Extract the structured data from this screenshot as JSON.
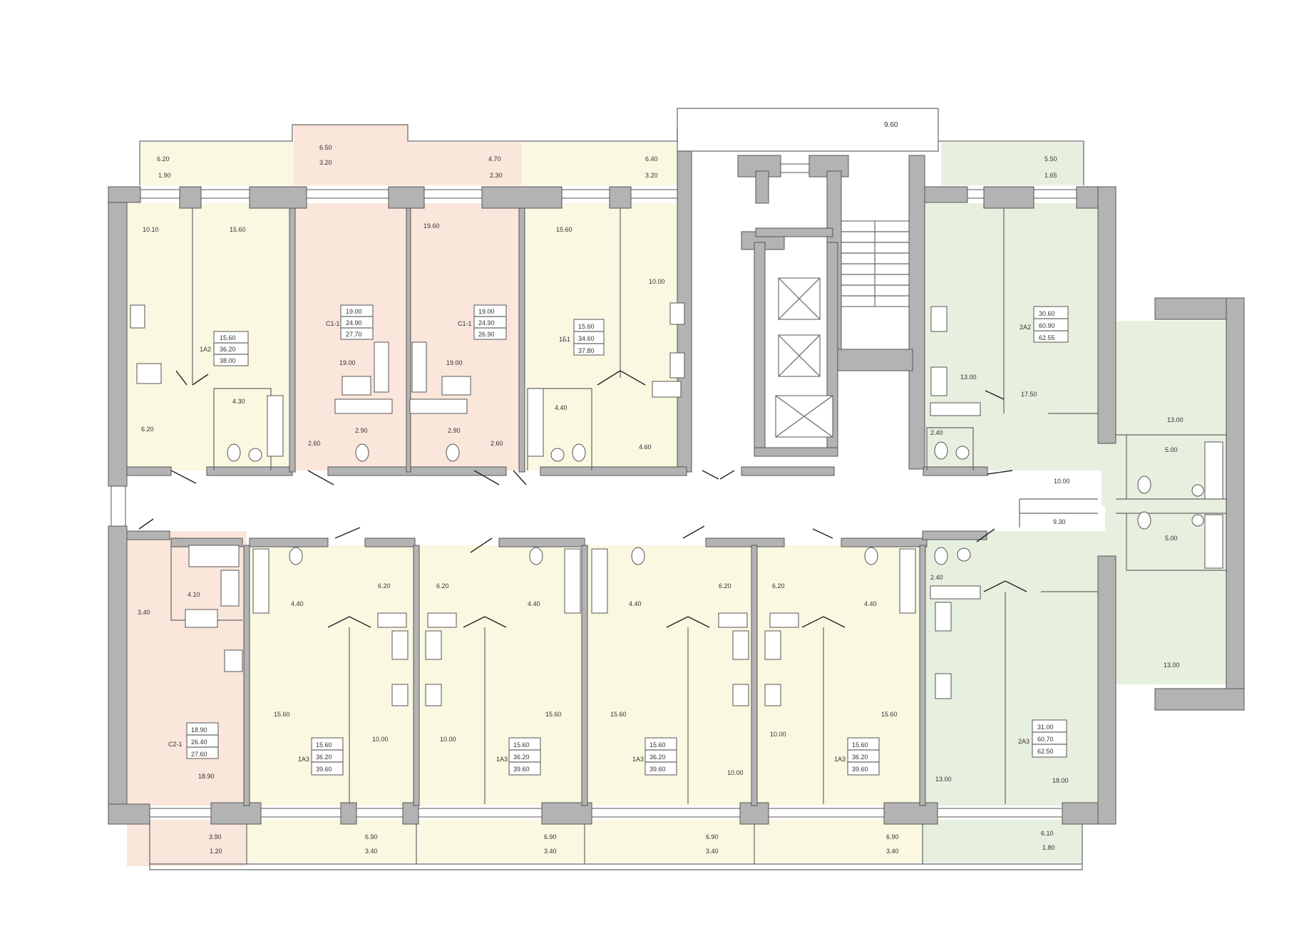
{
  "colors": {
    "yellow": "#fbf8e2",
    "pink": "#fae6da",
    "green": "#e7efdf",
    "wall": "#b3b3b3",
    "outline": "#555555"
  },
  "top_balconies": [
    {
      "a": "6.20",
      "b": "1.90"
    },
    {
      "a": "6.50",
      "b": "3.20"
    },
    {
      "a": "4.70",
      "b": "2.30"
    },
    {
      "a": "6.40",
      "b": "3.20"
    },
    {
      "a": "5.50",
      "b": "1.65"
    }
  ],
  "bottom_balconies": [
    {
      "a": "3.90",
      "b": "1.20"
    },
    {
      "a": "6.90",
      "b": "3.40"
    },
    {
      "a": "6.90",
      "b": "3.40"
    },
    {
      "a": "6.90",
      "b": "3.40"
    },
    {
      "a": "6.90",
      "b": "3.40"
    },
    {
      "a": "6.10",
      "b": "1.80"
    }
  ],
  "roof_label": "9.60",
  "top_rooms": [
    "10.10",
    "15.60",
    "6.20",
    "4.30",
    "19.60",
    "19.00",
    "2.60",
    "2.90",
    "19.00",
    "2.90",
    "2.60",
    "15.60",
    "10.00",
    "4.40",
    "4.60",
    "13.00",
    "17.50",
    "2.40",
    "13.00",
    "5.00",
    "10.00",
    "9.30",
    "5.00",
    "13.00"
  ],
  "bottom_rooms": [
    "3.40",
    "4.10",
    "18.90",
    "4.40",
    "6.20",
    "15.60",
    "10.00",
    "6.20",
    "4.40",
    "10.00",
    "15.60",
    "4.40",
    "6.20",
    "15.60",
    "10.00",
    "6.20",
    "4.40",
    "10.00",
    "15.60",
    "2.40",
    "13.00",
    "18.00"
  ],
  "apartments": [
    {
      "code": "1А2",
      "v": [
        "15.60",
        "36.20",
        "38.00"
      ]
    },
    {
      "code": "С1-1",
      "v": [
        "19.00",
        "24.90",
        "27.70"
      ]
    },
    {
      "code": "С1-1",
      "v": [
        "19.00",
        "24.90",
        "26.90"
      ]
    },
    {
      "code": "1Б1",
      "v": [
        "15.60",
        "34.60",
        "37.80"
      ]
    },
    {
      "code": "2А2",
      "v": [
        "30.60",
        "60.90",
        "62.55"
      ]
    },
    {
      "code": "С2-1",
      "v": [
        "18.90",
        "26.40",
        "27.60"
      ]
    },
    {
      "code": "1А3",
      "v": [
        "15.60",
        "36.20",
        "39.60"
      ]
    },
    {
      "code": "1А3",
      "v": [
        "15.60",
        "36.20",
        "39.60"
      ]
    },
    {
      "code": "1А3",
      "v": [
        "15.60",
        "36.20",
        "39.60"
      ]
    },
    {
      "code": "1А3",
      "v": [
        "15.60",
        "36.20",
        "39.60"
      ]
    },
    {
      "code": "2А3",
      "v": [
        "31.00",
        "60.70",
        "62.50"
      ]
    }
  ]
}
